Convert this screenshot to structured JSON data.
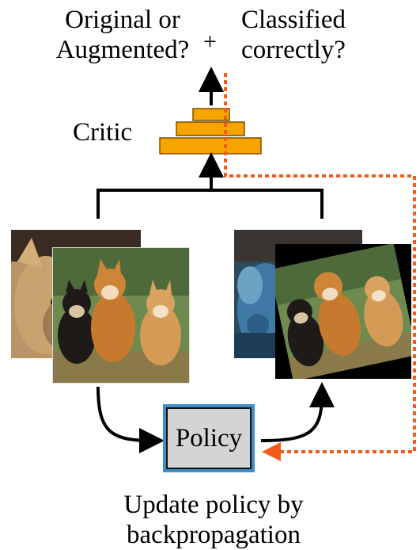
{
  "top": {
    "left_question_line1": "Original or",
    "left_question_line2": "Augmented?",
    "plus": "+",
    "right_question_line1": "Classified",
    "right_question_line2": "correctly?"
  },
  "critic_label": "Critic",
  "policy_label": "Policy",
  "caption": {
    "line1": "Update policy by",
    "line2": "backpropagation"
  },
  "colors": {
    "critic_fill": "#f5a400",
    "critic_stroke": "#7a5200",
    "dashed_arrow": "#f25a1e",
    "policy_border": "#3d8fcc",
    "policy_fill": "#d4d4d4"
  }
}
